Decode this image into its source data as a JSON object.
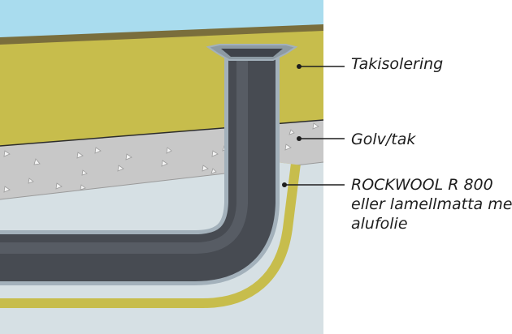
{
  "labels": {
    "roof_insulation": "Takisolering",
    "floor_ceiling": "Golv/tak",
    "product_line1": "ROCKWOOL R 800",
    "product_line2": "eller lamellmatta med",
    "product_line3": "alufolie"
  },
  "colors": {
    "sky": "#a9dcee",
    "roof_top": "#7a6e3c",
    "insulation": "#c7bd4c",
    "concrete": "#c8c8c8",
    "room": "#d6e0e4",
    "pipe_dark": "#474b52",
    "pipe_edge": "#a3b1bb",
    "leader_line": "#1e1e1e"
  }
}
